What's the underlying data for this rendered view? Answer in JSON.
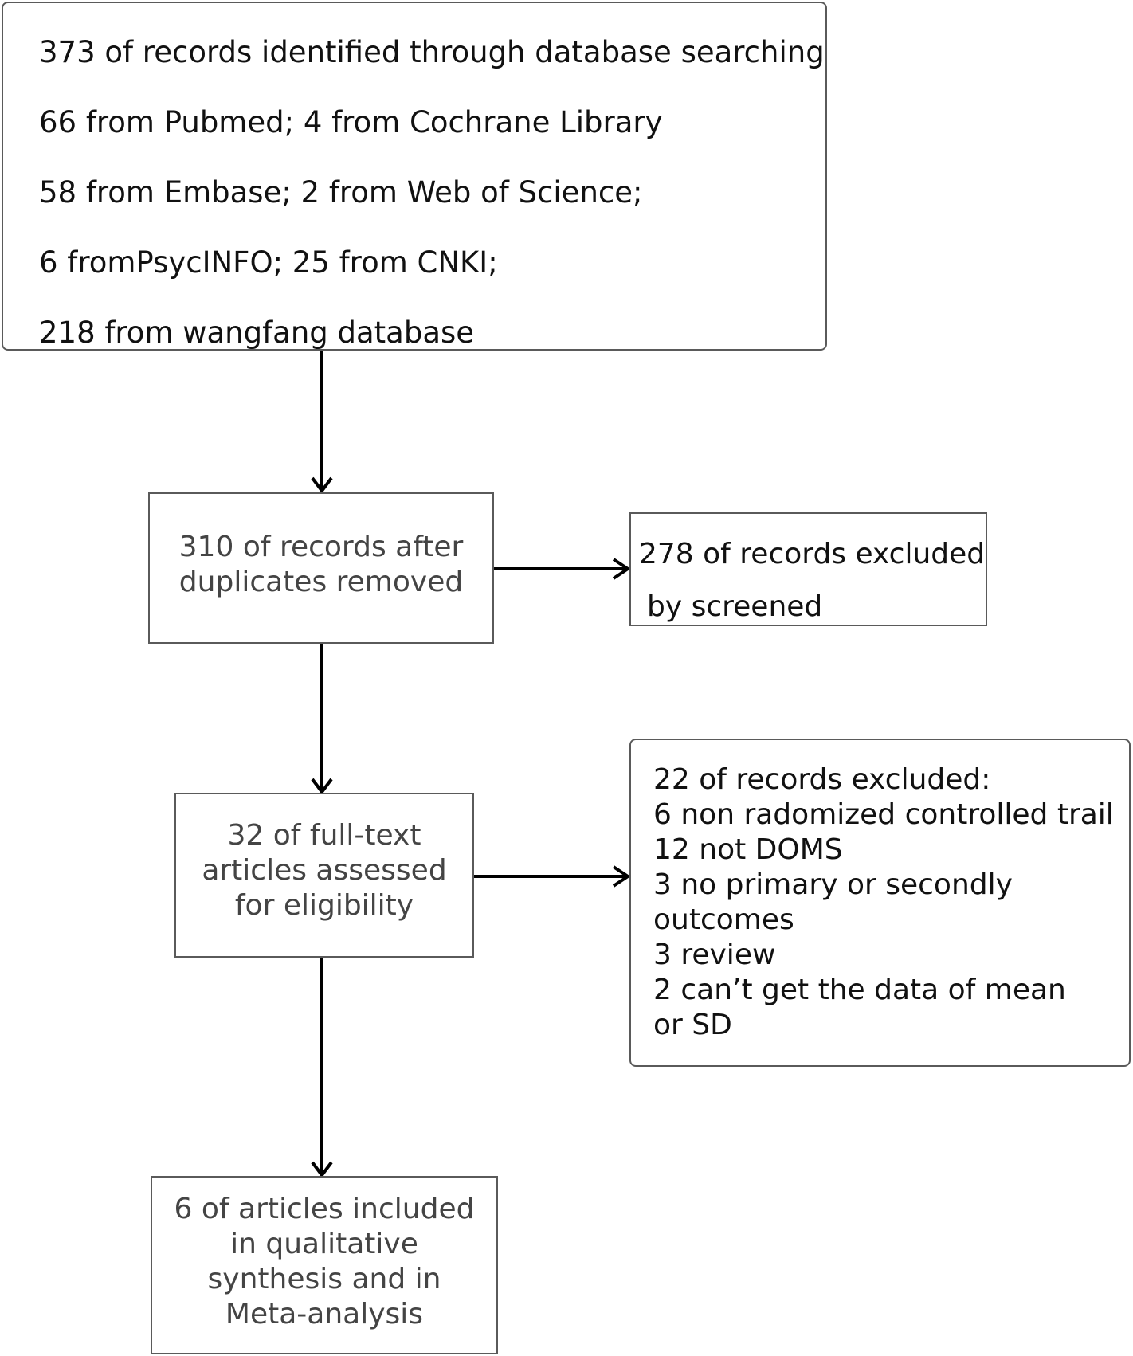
{
  "identified": {
    "lines": [
      "373 of records identified through database searching",
      "66 from Pubmed; 4 from Cochrane Library",
      "58 from Embase;  2 from Web of Science;",
      "6 fromPsycINFO;  25 from CNKI;",
      "218 from wangfang database"
    ]
  },
  "duplicates_removed": {
    "lines": [
      "310 of records after",
      "duplicates removed"
    ]
  },
  "screened_excluded": {
    "lines": [
      "278 of records excluded",
      "by screened"
    ]
  },
  "fulltext_assessed": {
    "lines": [
      "32 of full-text",
      "articles assessed",
      "for eligibility"
    ]
  },
  "fulltext_excluded": {
    "lines": [
      "22 of records excluded:",
      "6 non radomized controlled trail",
      "12 not DOMS",
      "3 no primary or secondly",
      "outcomes",
      "3 review",
      "2 can’t get the data of mean",
      "or SD"
    ]
  },
  "included": {
    "lines": [
      "6 of articles included",
      "in qualitative",
      "synthesis and  in",
      "Meta-analysis"
    ]
  }
}
